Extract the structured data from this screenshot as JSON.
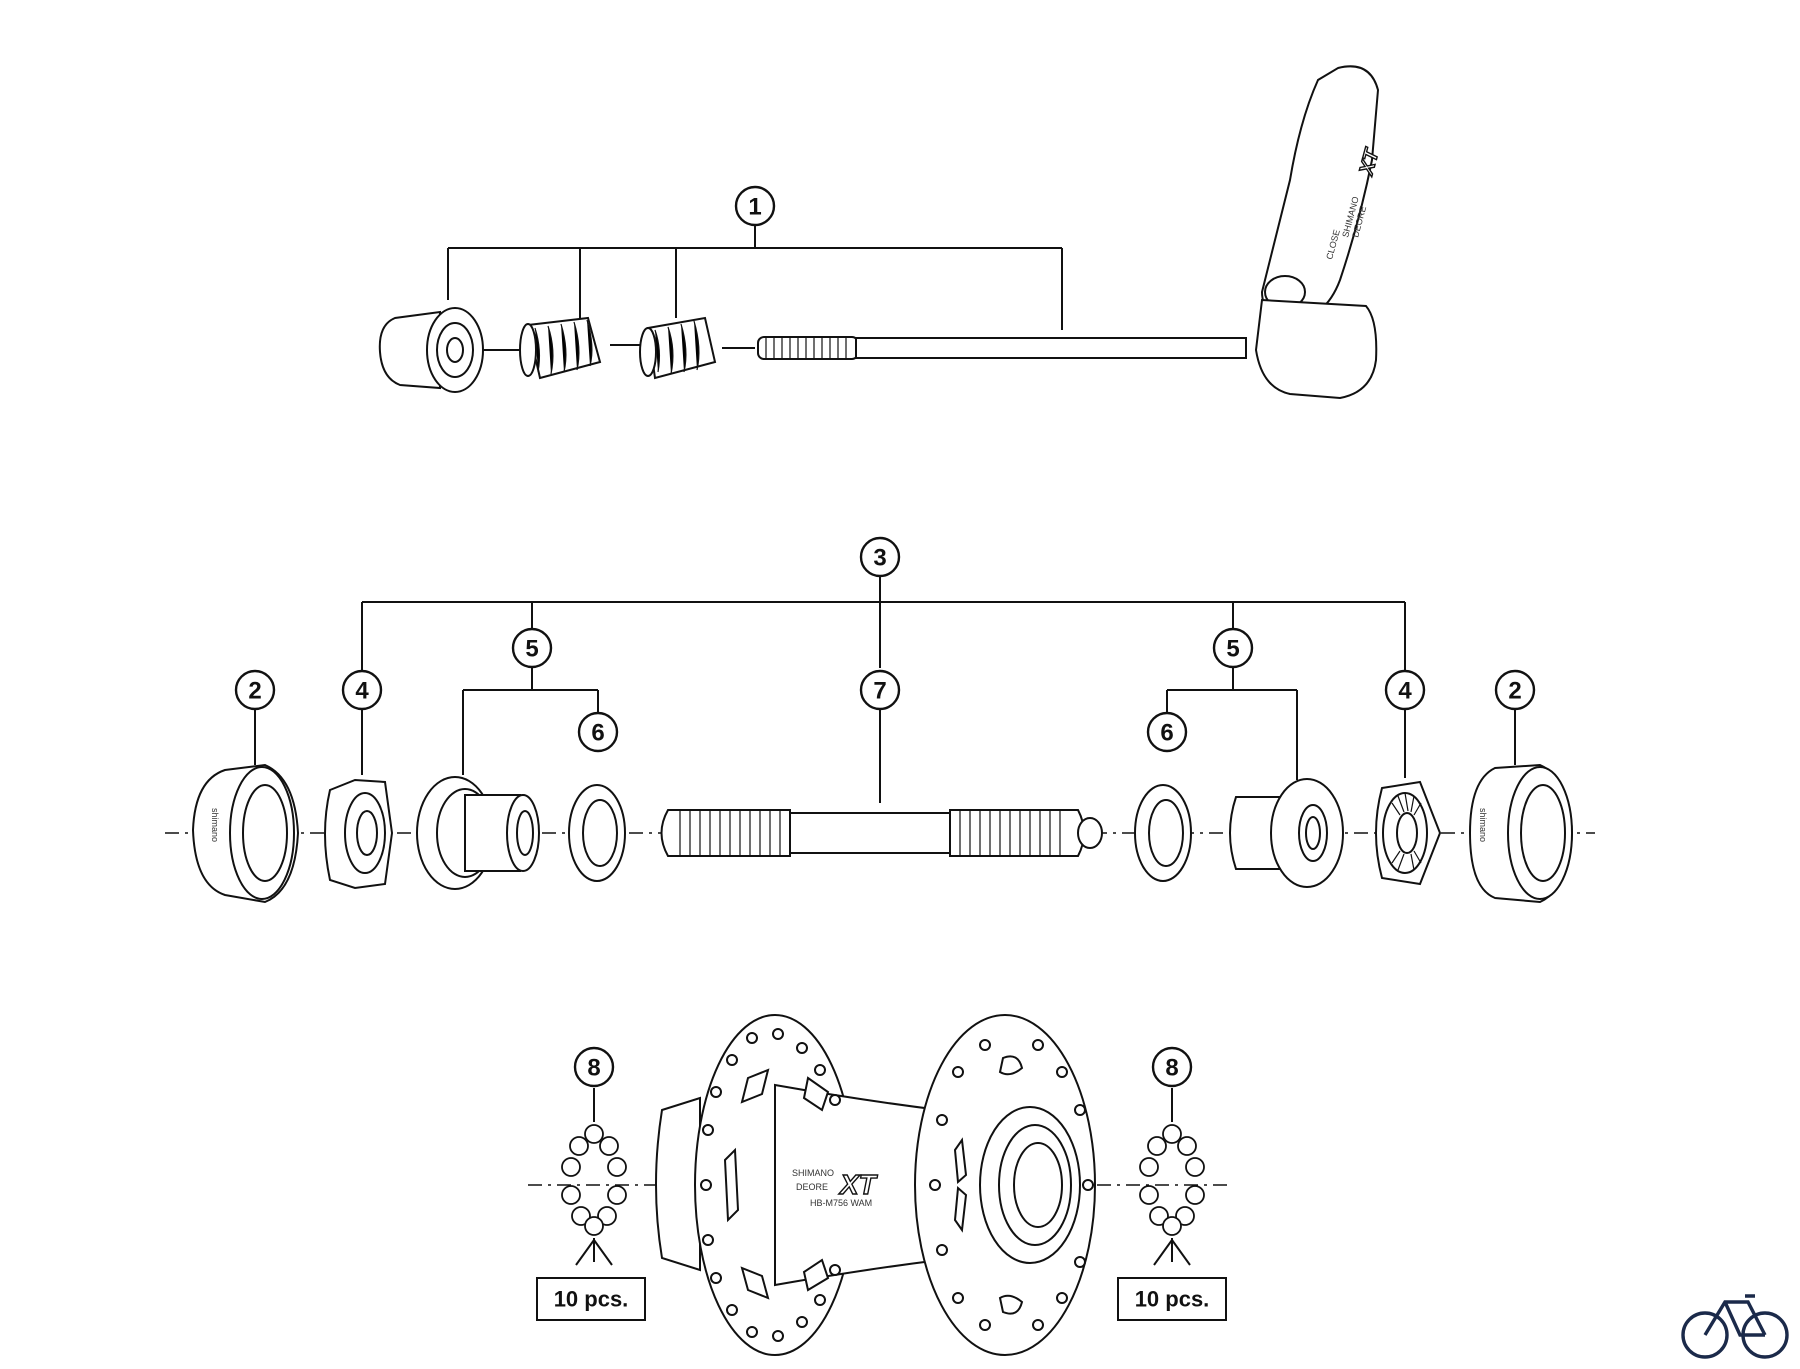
{
  "callouts": {
    "c1": "1",
    "c2a": "2",
    "c2b": "2",
    "c3": "3",
    "c4a": "4",
    "c4b": "4",
    "c5a": "5",
    "c5b": "5",
    "c6a": "6",
    "c6b": "6",
    "c7": "7",
    "c8a": "8",
    "c8b": "8"
  },
  "quantities": {
    "left": "10 pcs.",
    "right": "10 pcs."
  },
  "markings": {
    "lever_line1": "CLOSE",
    "lever_line2": "SHIMANO",
    "lever_line3": "DEORE",
    "lever_brand": "XT",
    "cap_left": "shimano",
    "cap_right": "shimano",
    "hub_line1": "SHIMANO",
    "hub_line2": "DEORE",
    "hub_brand": "XT",
    "hub_model": "HB-M756 WAM"
  },
  "icons": {
    "corner_logo": "bicycle-icon"
  }
}
